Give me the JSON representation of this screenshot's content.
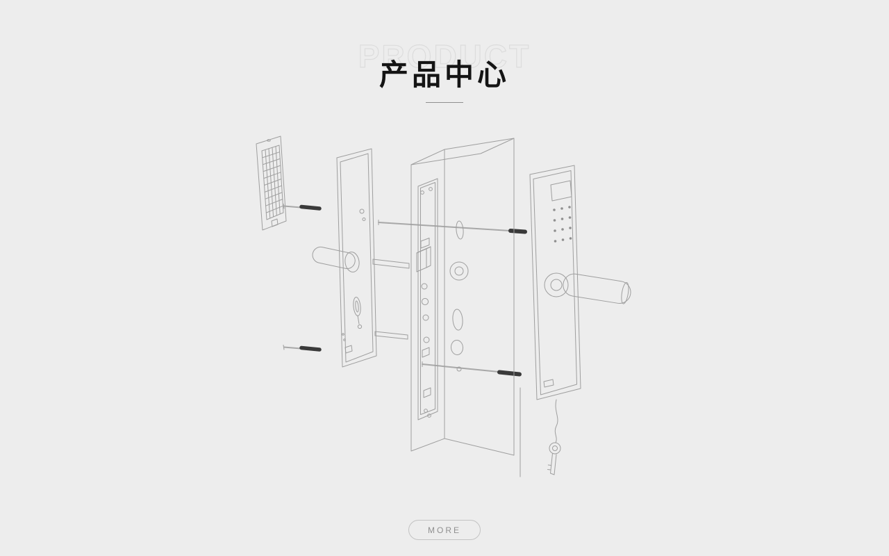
{
  "colors": {
    "background": "#ededed",
    "diagram_line": "#9e9e9e",
    "screw_dark": "#3a3a3a",
    "title_text": "#141414",
    "watermark_outline": "#dcdcdc",
    "more_border": "#c3c3c3",
    "more_text": "#8f8f8f"
  },
  "header": {
    "watermark": "PRODUCT",
    "title": "产品中心"
  },
  "footer": {
    "more_label": "MORE"
  }
}
